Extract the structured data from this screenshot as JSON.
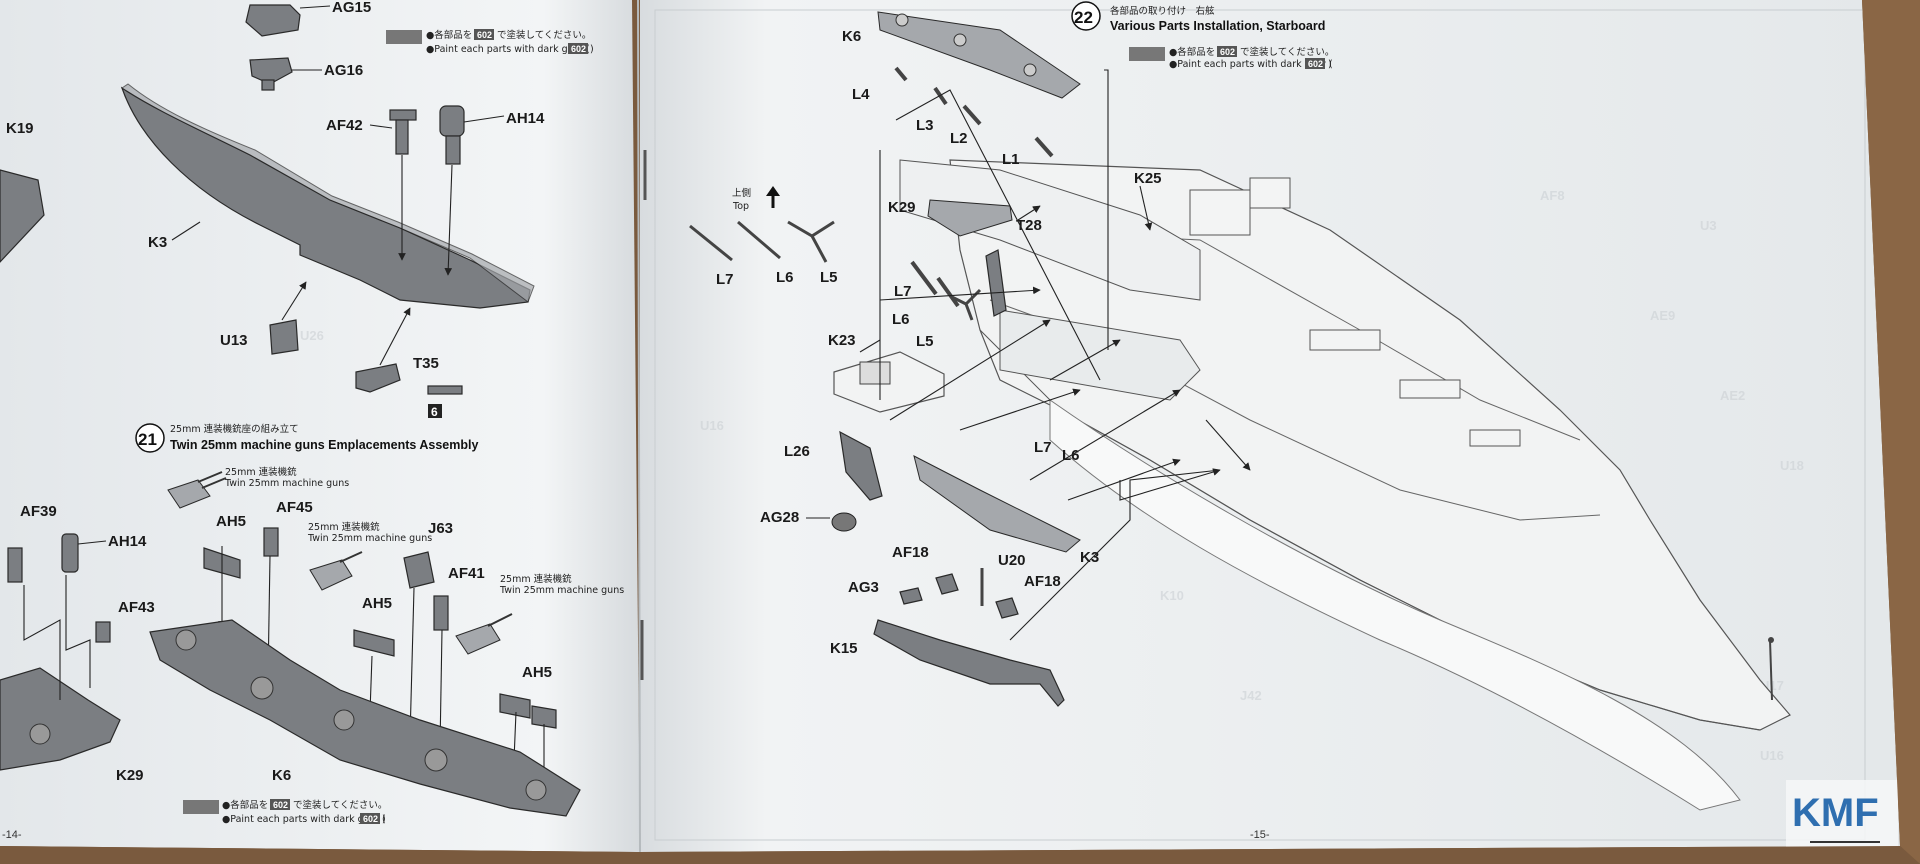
{
  "pages": {
    "left_number": "-14-",
    "right_number": "-15-"
  },
  "step21": {
    "number": "21",
    "title_jp": "25mm 連装機銃座の組み立て",
    "title_en": "Twin 25mm machine guns Emplacements Assembly",
    "gun_caption_jp": "25mm 連装機銃",
    "gun_caption_en": "Twin 25mm machine guns"
  },
  "step22": {
    "number": "22",
    "title_jp": "各部品の取り付け　右舷",
    "title_en": "Various Parts Installation, Starboard"
  },
  "paint_note": {
    "jp_prefix": "●各部品を",
    "jp_suffix": "で塗装してください。",
    "en_prefix": "●Paint each parts with dark gray (",
    "en_suffix": ")",
    "code": "602"
  },
  "top_marker": {
    "jp": "上側",
    "en": "Top"
  },
  "parts_left": [
    "AG15",
    "AG16",
    "K19",
    "AF42",
    "AH14",
    "K3",
    "U13",
    "T35",
    "6",
    "AF39",
    "AH14",
    "AH5",
    "AF45",
    "J63",
    "AF41",
    "AH5",
    "AF43",
    "AH5",
    "K29",
    "K6"
  ],
  "parts_right": [
    "K6",
    "L4",
    "L3",
    "L2",
    "L1",
    "K25",
    "K29",
    "T28",
    "L7",
    "L6",
    "L5",
    "L7",
    "L6",
    "L5",
    "K23",
    "L26",
    "L7",
    "L6",
    "AG28",
    "K3",
    "AF18",
    "U20",
    "AF18",
    "AG3",
    "K15"
  ],
  "watermark": "KMF",
  "colors": {
    "paper": "#eef1f3",
    "part": "#7b7e82",
    "chip": "#777777",
    "wood": "#7a5a3e"
  }
}
